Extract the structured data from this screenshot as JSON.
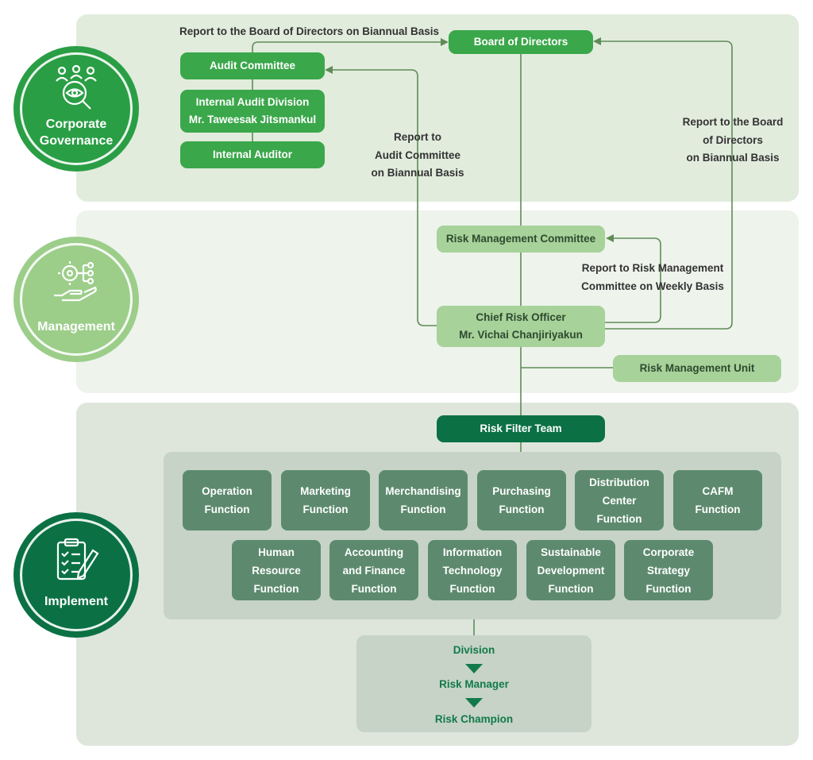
{
  "tiers": {
    "governance": {
      "label": "Corporate Governance",
      "color": "#2a9e45",
      "icon": "governance-eye-gear-icon"
    },
    "management": {
      "label": "Management",
      "color": "#9cce8a",
      "icon": "hand-gear-network-icon"
    },
    "implement": {
      "label": "Implement",
      "color": "#0b7144",
      "icon": "clipboard-checklist-icon"
    }
  },
  "nodes": {
    "board": "Board of Directors",
    "audit_committee": "Audit Committee",
    "internal_audit_division": "Internal Audit Division",
    "internal_audit_head": "Mr. Taweesak Jitsmankul",
    "internal_auditor": "Internal Auditor",
    "rmc": "Risk Management Committee",
    "cro_title": "Chief Risk Officer",
    "cro_name": "Mr. Vichai Chanjiriyakun",
    "rmu": "Risk Management Unit",
    "rft": "Risk Filter Team"
  },
  "notes": {
    "report_board_top": "Report to the Board of Directors on Biannual Basis",
    "report_audit": [
      "Report to",
      "Audit Committee",
      "on Biannual Basis"
    ],
    "report_board_right": [
      "Report to the Board",
      "of Directors",
      "on Biannual Basis"
    ],
    "report_rmc": [
      "Report to Risk Management",
      "Committee on Weekly Basis"
    ]
  },
  "functions_row1": [
    [
      "Operation",
      "Function"
    ],
    [
      "Marketing",
      "Function"
    ],
    [
      "Merchandising",
      "Function"
    ],
    [
      "Purchasing",
      "Function"
    ],
    [
      "Distribution",
      "Center",
      "Function"
    ],
    [
      "CAFM",
      "Function"
    ]
  ],
  "functions_row2": [
    [
      "Human",
      "Resource",
      "Function"
    ],
    [
      "Accounting",
      "and Finance",
      "Function"
    ],
    [
      "Information",
      "Technology",
      "Function"
    ],
    [
      "Sustainable",
      "Development",
      "Function"
    ],
    [
      "Corporate",
      "Strategy",
      "Function"
    ]
  ],
  "chain": [
    "Division",
    "Risk Manager",
    "Risk Champion"
  ],
  "colors": {
    "line": "#5f8c56",
    "gov_band": "#e1ecdd",
    "mgmt_band": "#eef3ec",
    "impl_band": "#dee6dc"
  }
}
